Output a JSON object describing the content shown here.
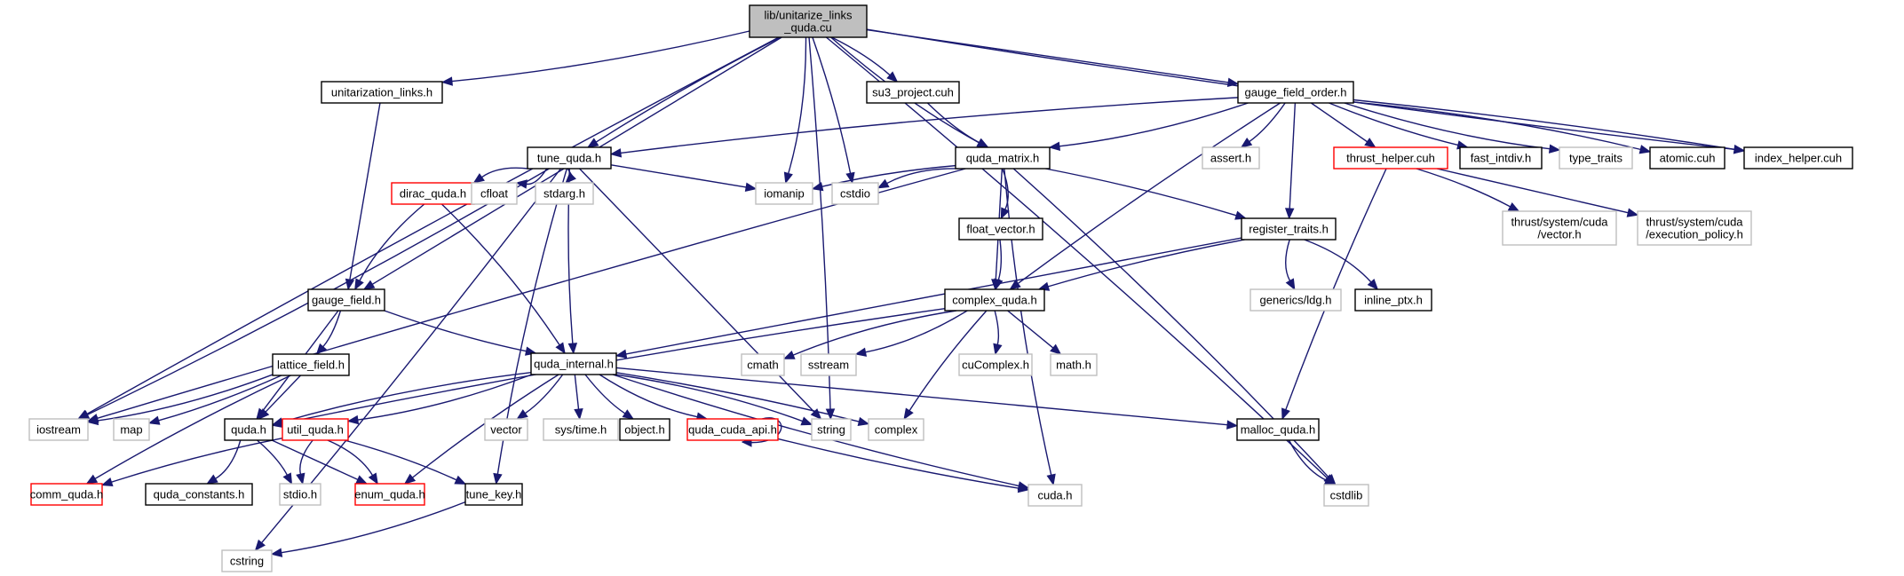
{
  "title": "Include dependency graph for lib/unitarize_links_quda.cu",
  "colors": {
    "edge": "#191970",
    "root_fill": "#bfbfbf",
    "documented_border": "#000000",
    "undocumented_border": "#ff0000",
    "system_border": "#bfbfbf"
  },
  "nodes": [
    {
      "id": "root",
      "label": [
        "lib/unitarize_links",
        "_quda.cu"
      ],
      "kind": "root"
    },
    {
      "id": "unitarization_links",
      "label": [
        "unitarization_links.h"
      ],
      "kind": "doc"
    },
    {
      "id": "su3_project",
      "label": [
        "su3_project.cuh"
      ],
      "kind": "doc"
    },
    {
      "id": "gauge_field_order",
      "label": [
        "gauge_field_order.h"
      ],
      "kind": "doc"
    },
    {
      "id": "tune_quda",
      "label": [
        "tune_quda.h"
      ],
      "kind": "doc"
    },
    {
      "id": "quda_matrix",
      "label": [
        "quda_matrix.h"
      ],
      "kind": "doc"
    },
    {
      "id": "assert",
      "label": [
        "assert.h"
      ],
      "kind": "sys"
    },
    {
      "id": "thrust_helper",
      "label": [
        "thrust_helper.cuh"
      ],
      "kind": "undoc"
    },
    {
      "id": "fast_intdiv",
      "label": [
        "fast_intdiv.h"
      ],
      "kind": "doc"
    },
    {
      "id": "type_traits",
      "label": [
        "type_traits"
      ],
      "kind": "sys"
    },
    {
      "id": "atomic",
      "label": [
        "atomic.cuh"
      ],
      "kind": "doc"
    },
    {
      "id": "index_helper",
      "label": [
        "index_helper.cuh"
      ],
      "kind": "doc"
    },
    {
      "id": "dirac_quda",
      "label": [
        "dirac_quda.h"
      ],
      "kind": "undoc"
    },
    {
      "id": "cfloat",
      "label": [
        "cfloat"
      ],
      "kind": "sys"
    },
    {
      "id": "stdarg",
      "label": [
        "stdarg.h"
      ],
      "kind": "sys"
    },
    {
      "id": "iomanip",
      "label": [
        "iomanip"
      ],
      "kind": "sys"
    },
    {
      "id": "cstdio",
      "label": [
        "cstdio"
      ],
      "kind": "sys"
    },
    {
      "id": "float_vector",
      "label": [
        "float_vector.h"
      ],
      "kind": "doc"
    },
    {
      "id": "register_traits",
      "label": [
        "register_traits.h"
      ],
      "kind": "doc"
    },
    {
      "id": "thrust_vector",
      "label": [
        "thrust/system/cuda",
        "/vector.h"
      ],
      "kind": "sys"
    },
    {
      "id": "thrust_exec",
      "label": [
        "thrust/system/cuda",
        "/execution_policy.h"
      ],
      "kind": "sys"
    },
    {
      "id": "gauge_field",
      "label": [
        "gauge_field.h"
      ],
      "kind": "doc"
    },
    {
      "id": "complex_quda",
      "label": [
        "complex_quda.h"
      ],
      "kind": "doc"
    },
    {
      "id": "generics_ldg",
      "label": [
        "generics/ldg.h"
      ],
      "kind": "sys"
    },
    {
      "id": "inline_ptx",
      "label": [
        "inline_ptx.h"
      ],
      "kind": "doc"
    },
    {
      "id": "lattice_field",
      "label": [
        "lattice_field.h"
      ],
      "kind": "doc"
    },
    {
      "id": "quda_internal",
      "label": [
        "quda_internal.h"
      ],
      "kind": "doc"
    },
    {
      "id": "cmath",
      "label": [
        "cmath"
      ],
      "kind": "sys"
    },
    {
      "id": "sstream",
      "label": [
        "sstream"
      ],
      "kind": "sys"
    },
    {
      "id": "cuComplex",
      "label": [
        "cuComplex.h"
      ],
      "kind": "sys"
    },
    {
      "id": "math",
      "label": [
        "math.h"
      ],
      "kind": "sys"
    },
    {
      "id": "iostream",
      "label": [
        "iostream"
      ],
      "kind": "sys"
    },
    {
      "id": "map",
      "label": [
        "map"
      ],
      "kind": "sys"
    },
    {
      "id": "quda",
      "label": [
        "quda.h"
      ],
      "kind": "doc"
    },
    {
      "id": "util_quda",
      "label": [
        "util_quda.h"
      ],
      "kind": "undoc"
    },
    {
      "id": "vector",
      "label": [
        "vector"
      ],
      "kind": "sys"
    },
    {
      "id": "sys_time",
      "label": [
        "sys/time.h"
      ],
      "kind": "sys"
    },
    {
      "id": "object",
      "label": [
        "object.h"
      ],
      "kind": "doc"
    },
    {
      "id": "quda_cuda_api",
      "label": [
        "quda_cuda_api.h"
      ],
      "kind": "undoc"
    },
    {
      "id": "string",
      "label": [
        "string"
      ],
      "kind": "sys"
    },
    {
      "id": "complex",
      "label": [
        "complex"
      ],
      "kind": "sys"
    },
    {
      "id": "malloc_quda",
      "label": [
        "malloc_quda.h"
      ],
      "kind": "doc"
    },
    {
      "id": "comm_quda",
      "label": [
        "comm_quda.h"
      ],
      "kind": "undoc"
    },
    {
      "id": "quda_constants",
      "label": [
        "quda_constants.h"
      ],
      "kind": "doc"
    },
    {
      "id": "stdio",
      "label": [
        "stdio.h"
      ],
      "kind": "sys"
    },
    {
      "id": "enum_quda",
      "label": [
        "enum_quda.h"
      ],
      "kind": "undoc"
    },
    {
      "id": "tune_key",
      "label": [
        "tune_key.h"
      ],
      "kind": "doc"
    },
    {
      "id": "cuda",
      "label": [
        "cuda.h"
      ],
      "kind": "sys"
    },
    {
      "id": "cstdlib",
      "label": [
        "cstdlib"
      ],
      "kind": "sys"
    },
    {
      "id": "cstring",
      "label": [
        "cstring"
      ],
      "kind": "sys"
    }
  ],
  "edges": [
    [
      "root",
      "unitarization_links"
    ],
    [
      "root",
      "su3_project"
    ],
    [
      "root",
      "gauge_field_order"
    ],
    [
      "root",
      "tune_quda"
    ],
    [
      "root",
      "quda_matrix"
    ],
    [
      "root",
      "iomanip"
    ],
    [
      "root",
      "cstdio"
    ],
    [
      "root",
      "gauge_field"
    ],
    [
      "root",
      "iostream"
    ],
    [
      "root",
      "index_helper"
    ],
    [
      "root",
      "cstdlib"
    ],
    [
      "root",
      "string"
    ],
    [
      "unitarization_links",
      "gauge_field"
    ],
    [
      "su3_project",
      "quda_matrix"
    ],
    [
      "gauge_field_order",
      "tune_quda"
    ],
    [
      "gauge_field_order",
      "quda_matrix"
    ],
    [
      "gauge_field_order",
      "assert"
    ],
    [
      "gauge_field_order",
      "thrust_helper"
    ],
    [
      "gauge_field_order",
      "fast_intdiv"
    ],
    [
      "gauge_field_order",
      "type_traits"
    ],
    [
      "gauge_field_order",
      "atomic"
    ],
    [
      "gauge_field_order",
      "index_helper"
    ],
    [
      "gauge_field_order",
      "register_traits"
    ],
    [
      "gauge_field_order",
      "complex_quda"
    ],
    [
      "tune_quda",
      "dirac_quda"
    ],
    [
      "tune_quda",
      "cfloat"
    ],
    [
      "tune_quda",
      "stdarg"
    ],
    [
      "tune_quda",
      "iomanip"
    ],
    [
      "tune_quda",
      "quda_internal"
    ],
    [
      "tune_quda",
      "tune_key"
    ],
    [
      "tune_quda",
      "iostream"
    ],
    [
      "tune_quda",
      "cstring"
    ],
    [
      "tune_quda",
      "string"
    ],
    [
      "quda_matrix",
      "iomanip"
    ],
    [
      "quda_matrix",
      "cstdio"
    ],
    [
      "quda_matrix",
      "float_vector"
    ],
    [
      "quda_matrix",
      "register_traits"
    ],
    [
      "quda_matrix",
      "complex_quda"
    ],
    [
      "quda_matrix",
      "iostream"
    ],
    [
      "quda_matrix",
      "cuda"
    ],
    [
      "quda_matrix",
      "cstdlib"
    ],
    [
      "thrust_helper",
      "thrust_vector"
    ],
    [
      "thrust_helper",
      "thrust_exec"
    ],
    [
      "thrust_helper",
      "malloc_quda"
    ],
    [
      "dirac_quda",
      "gauge_field"
    ],
    [
      "dirac_quda",
      "quda_internal"
    ],
    [
      "float_vector",
      "complex_quda"
    ],
    [
      "register_traits",
      "quda_internal"
    ],
    [
      "register_traits",
      "complex_quda"
    ],
    [
      "register_traits",
      "generics_ldg"
    ],
    [
      "register_traits",
      "inline_ptx"
    ],
    [
      "gauge_field",
      "lattice_field"
    ],
    [
      "gauge_field",
      "quda"
    ],
    [
      "gauge_field",
      "quda_internal"
    ],
    [
      "complex_quda",
      "cmath"
    ],
    [
      "complex_quda",
      "sstream"
    ],
    [
      "complex_quda",
      "cuComplex"
    ],
    [
      "complex_quda",
      "math"
    ],
    [
      "complex_quda",
      "complex"
    ],
    [
      "complex_quda",
      "quda"
    ],
    [
      "lattice_field",
      "iostream"
    ],
    [
      "lattice_field",
      "map"
    ],
    [
      "lattice_field",
      "quda"
    ],
    [
      "lattice_field",
      "comm_quda"
    ],
    [
      "quda_internal",
      "quda"
    ],
    [
      "quda_internal",
      "util_quda"
    ],
    [
      "quda_internal",
      "vector"
    ],
    [
      "quda_internal",
      "sys_time"
    ],
    [
      "quda_internal",
      "object"
    ],
    [
      "quda_internal",
      "quda_cuda_api"
    ],
    [
      "quda_internal",
      "string"
    ],
    [
      "quda_internal",
      "complex"
    ],
    [
      "quda_internal",
      "malloc_quda"
    ],
    [
      "quda_internal",
      "enum_quda"
    ],
    [
      "quda_internal",
      "cuda"
    ],
    [
      "quda",
      "quda_constants"
    ],
    [
      "quda",
      "stdio"
    ],
    [
      "quda",
      "enum_quda"
    ],
    [
      "util_quda",
      "comm_quda"
    ],
    [
      "util_quda",
      "stdio"
    ],
    [
      "util_quda",
      "enum_quda"
    ],
    [
      "util_quda",
      "tune_key"
    ],
    [
      "quda_cuda_api",
      "quda_cuda_api"
    ],
    [
      "quda_cuda_api",
      "cuda"
    ],
    [
      "malloc_quda",
      "cstdlib"
    ],
    [
      "tune_key",
      "cstring"
    ]
  ]
}
